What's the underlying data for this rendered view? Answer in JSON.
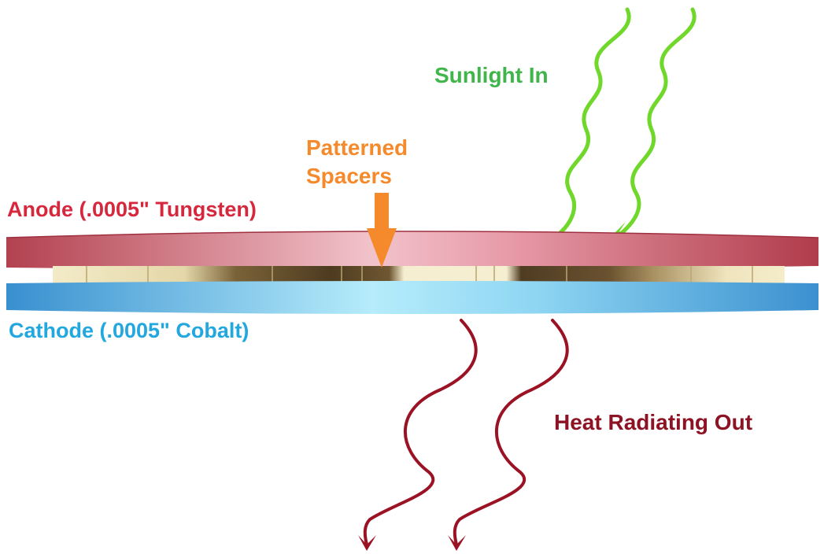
{
  "labels": {
    "sunlight": "Sunlight In",
    "spacers_line1": "Patterned",
    "spacers_line2": "Spacers",
    "anode": "Anode (.0005\" Tungsten)",
    "cathode": "Cathode (.0005\" Cobalt)",
    "heat": "Heat Radiating Out"
  },
  "colors": {
    "sunlight": "#3fb54a",
    "sunlight_wave": "#6fd82a",
    "spacers": "#f58a2c",
    "anode": "#d6283d",
    "anode_plate_edge": "#b8404f",
    "anode_plate_center": "#f1c6ce",
    "cathode": "#22a7df",
    "cathode_plate_edge": "#3a8fcf",
    "cathode_plate_center": "#b8ecfb",
    "heat": "#8c1224",
    "spacer_light": "#f3ebc8",
    "spacer_dark": "#5a4525"
  }
}
